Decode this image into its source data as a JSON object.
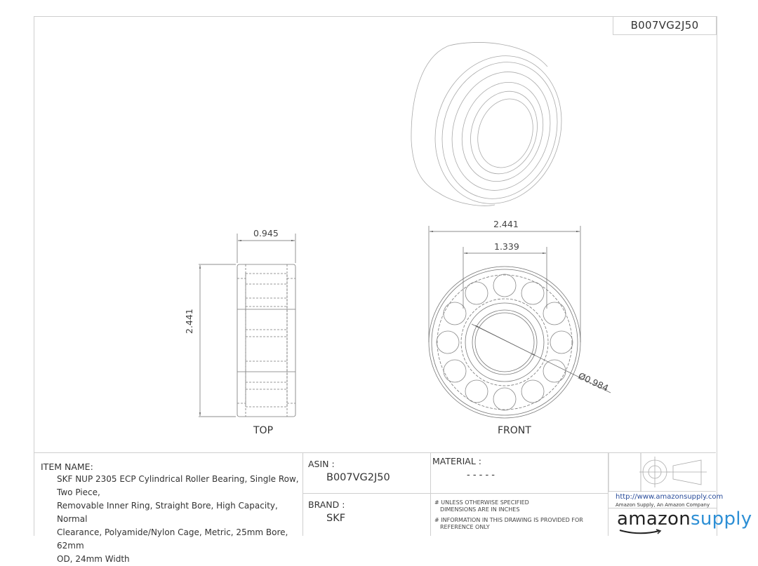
{
  "header": {
    "asin_tag": "B007VG2J50"
  },
  "views": {
    "top": {
      "label": "TOP",
      "width_dim": "0.945",
      "height_dim": "2.441"
    },
    "front": {
      "label": "FRONT",
      "outer_dim": "2.441",
      "inner_dim": "1.339",
      "bore_dim": "Ø0.984"
    },
    "isometric": {
      "description": "3D isometric view of cylindrical roller bearing"
    }
  },
  "title_block": {
    "item_name_label": "ITEM NAME:",
    "item_name_lines": [
      "SKF NUP 2305 ECP Cylindrical Roller Bearing, Single Row, Two Piece,",
      "Removable Inner Ring, Straight Bore, High Capacity, Normal",
      "Clearance, Polyamide/Nylon Cage, Metric, 25mm Bore, 62mm",
      "OD, 24mm Width"
    ],
    "asin_label": "ASIN :",
    "asin_value": "B007VG2J50",
    "brand_label": "BRAND :",
    "brand_value": "SKF",
    "material_label": "MATERIAL :",
    "material_value": "- - - - -",
    "notes": [
      "# UNLESS OTHERWISE SPECIFIED",
      "DIMENSIONS ARE IN INCHES",
      "# INFORMATION IN THIS DRAWING IS PROVIDED FOR",
      "REFERENCE ONLY"
    ],
    "url": "http://www.amazonsupply.com",
    "company": "Amazon Supply, An Amazon Company",
    "logo_part1": "amazon",
    "logo_part2": "supply",
    "colors": {
      "logo_blue": "#2d8fd5",
      "url_blue": "#2a4d9b",
      "line_gray": "#cfcfcf"
    }
  }
}
